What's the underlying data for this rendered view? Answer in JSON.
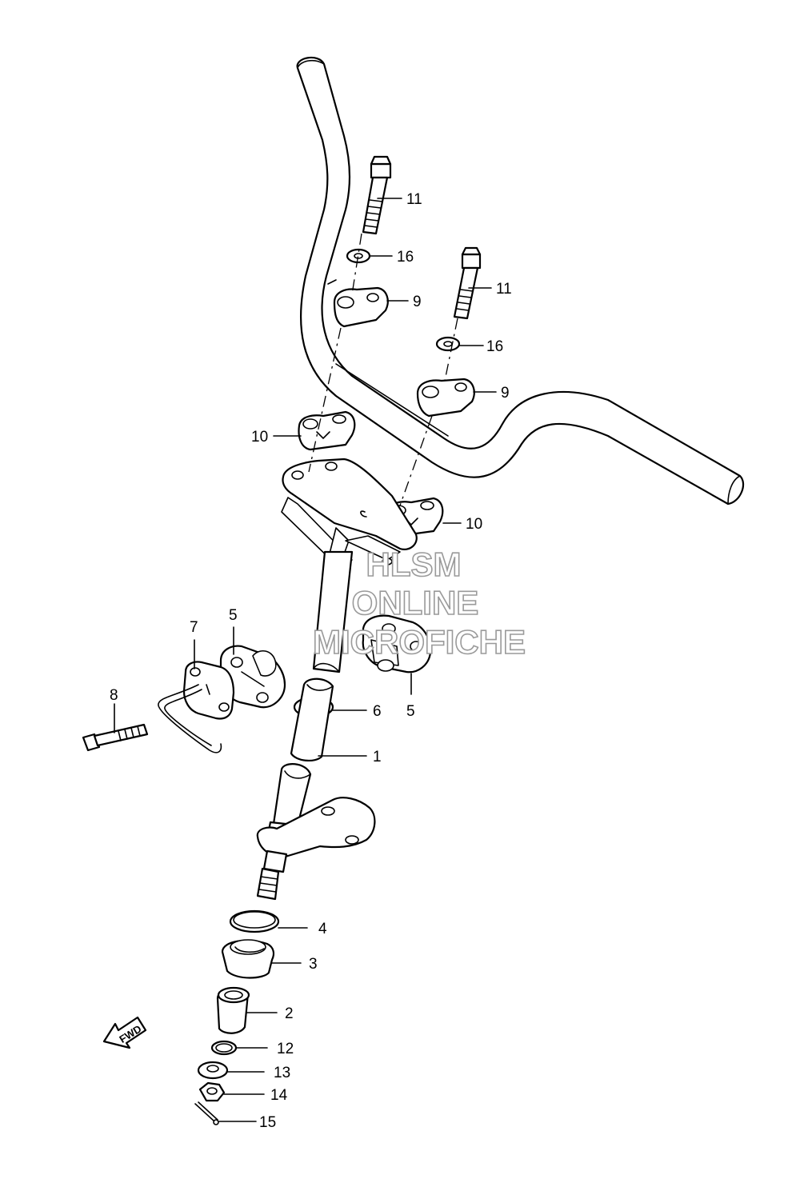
{
  "watermark": {
    "line1": "HLSM",
    "line2": "ONLINE",
    "line3": "MICROFICHE",
    "color": "#9a9a9a"
  },
  "direction_arrow": {
    "label": "FWD"
  },
  "callouts": [
    {
      "id": "c11a",
      "label": "11"
    },
    {
      "id": "c16a",
      "label": "16"
    },
    {
      "id": "c9a",
      "label": "9"
    },
    {
      "id": "c11b",
      "label": "11"
    },
    {
      "id": "c16b",
      "label": "16"
    },
    {
      "id": "c9b",
      "label": "9"
    },
    {
      "id": "c10a",
      "label": "10"
    },
    {
      "id": "c10b",
      "label": "10"
    },
    {
      "id": "c7",
      "label": "7"
    },
    {
      "id": "c5a",
      "label": "5"
    },
    {
      "id": "c8",
      "label": "8"
    },
    {
      "id": "c6",
      "label": "6"
    },
    {
      "id": "c5b",
      "label": "5"
    },
    {
      "id": "c1",
      "label": "1"
    },
    {
      "id": "c4",
      "label": "4"
    },
    {
      "id": "c3",
      "label": "3"
    },
    {
      "id": "c2",
      "label": "2"
    },
    {
      "id": "c12",
      "label": "12"
    },
    {
      "id": "c13",
      "label": "13"
    },
    {
      "id": "c14",
      "label": "14"
    },
    {
      "id": "c15",
      "label": "15"
    }
  ]
}
